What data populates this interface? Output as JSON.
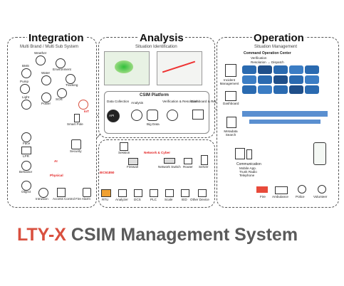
{
  "colors": {
    "accent": "#d9503f",
    "title": "#5a5a5a",
    "panel_border": "#555555",
    "highlight": "#e32222",
    "screen_blue": "#2a6ab0"
  },
  "integration": {
    "title": "Integration",
    "subtitle": "Multi Brand / Multi Sub System",
    "items": [
      "Weather",
      "Environment",
      "BMS",
      "Water",
      "Pump",
      "Tracking",
      "Light",
      "Power",
      "SOS",
      "IoT",
      "Smart Pole",
      "Face",
      "LPR",
      "Behavior",
      "Security",
      "AI",
      "Object",
      "Physical",
      "Intrusion",
      "Access Control",
      "Fire Alarm"
    ]
  },
  "analysis": {
    "title": "Analysis",
    "subtitle": "Situation Identification",
    "platform_title": "CSIM Platform",
    "stages": [
      "Data Collection",
      "Analysis",
      "Verification & Resolution",
      "Dashboard & Report"
    ],
    "api_label": "API",
    "big_data_label": "Big Data"
  },
  "network": {
    "items": [
      "Session",
      "Network & Cyber",
      "Firewall",
      "Network Switch",
      "Router",
      "Server"
    ],
    "protocol_label": "IEC61850",
    "devices": [
      "RTU",
      "Analyzer",
      "DCS",
      "PLC",
      "Scale",
      "IED",
      "Other Device"
    ]
  },
  "operation": {
    "title": "Operation",
    "subtitle": "Situation Management",
    "command_center": "Command Operation Center",
    "command_bullets": [
      "Verification",
      "Resolution → Dispatch"
    ],
    "incident_label": "Incident Management",
    "dashboard_label": "Dashboard",
    "metadata_label": "Metadata Search",
    "communication_label": "Communication",
    "communication_items": [
      "Mobile App.",
      "Trunk Radio",
      "Telephone"
    ],
    "responders": [
      "Fire",
      "Ambulance",
      "Police",
      "Volunteer"
    ]
  },
  "footer": {
    "brand": "LTY-X",
    "rest": " CSIM Management System"
  }
}
